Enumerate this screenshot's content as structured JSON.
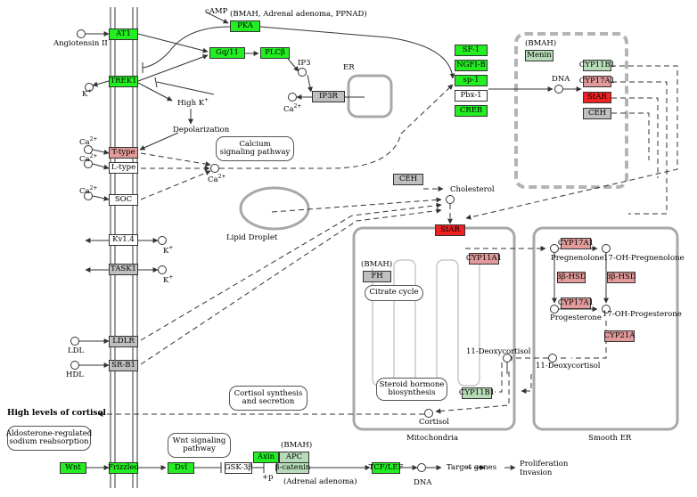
{
  "colors": {
    "green": "#22ee22",
    "pink": "#e29a9a",
    "red": "#ee2222",
    "gray": "#bfbfbf",
    "line": "#333333",
    "membrane": "#9a9a9a",
    "compartment": "#a8a8a8"
  },
  "nodes": {
    "at1": "AT1",
    "trek1": "TREK1",
    "ttype": "T-type",
    "ltype": "L-type",
    "soc": "SOC",
    "kv14": "Kv1.4",
    "task1": "TASK1",
    "ldlr": "LDLR",
    "srb1": "SR-B1",
    "pka": "PKA",
    "gq11": "Gq/11",
    "plcb": "PLCβ",
    "ip3r": "IP3R",
    "sf1": "SF-1",
    "ngfib": "NGFI-B",
    "sp1": "sp-1",
    "pbx1": "Pbx-1",
    "creb": "CREB",
    "menin": "Menin",
    "cyp11b1_top": "CYP11B1",
    "cyp17a1_top": "CYP17A1",
    "star_top": "StAR",
    "ceh_top": "CEH",
    "ceh_mid": "CEH",
    "star_mid": "StAR",
    "cyp11a1": "CYP11A1",
    "fh": "FH",
    "cyp17a1_a": "CYP17A1",
    "hsd_a": "3β-HSD",
    "hsd_b": "3β-HSD",
    "cyp17a1_b": "CYP17A1",
    "cyp21a": "CYP21A",
    "cyp11b1_bot": "CYP11B1",
    "wnt": "Wnt",
    "frizzled": "Frizzled",
    "dvl": "Dvl",
    "gsk3b": "GSK-3β",
    "axin": "Axin",
    "apc": "APC",
    "bcatenin": "β-catenin",
    "tcflef": "TCF/LEF"
  },
  "labels": {
    "camp": "cAMP",
    "pka_note": "(BMAH, Adrenal adenoma, PPNAD)",
    "angiotensin": "Angiotensin II",
    "ip3": "IP3",
    "er": "ER",
    "k": "K",
    "plus": "+",
    "ca": "Ca",
    "two_plus": "2+",
    "high_k": "High K",
    "depolarization": "Depolarization",
    "dna": "DNA",
    "bmah": "(BMAH)",
    "cholesterol": "Cholesterol",
    "lipid_droplet": "Lipid Droplet",
    "ldl": "LDL",
    "hdl": "HDL",
    "pregnenolone": "Pregnenolone",
    "oh_pregnenolone": "17-OH-Pregnenolone",
    "progesterone": "Progesterone",
    "oh_progesterone": "17-OH-Progesterone",
    "deoxycortisol_mito": "11-Deoxycortisol",
    "deoxycortisol_er": "11-Deoxycortisol",
    "cortisol": "Cortisol",
    "mitochondria": "Mitochondria",
    "smooth_er": "Smooth ER",
    "high_cortisol": "High levels of cortisol",
    "plus_p": "+p",
    "adrenal_adenoma": "(Adrenal adenoma)",
    "target_genes": "Target genes",
    "proliferation": "Proliferation",
    "invasion": "Invasion"
  },
  "pathways": {
    "calcium": [
      "Calcium",
      "signaling pathway"
    ],
    "citrate": "Citrate cycle",
    "steroid": [
      "Steroid hormone",
      "biosynthesis"
    ],
    "cortisol_synthesis": [
      "Cortisol synthesis",
      "and secretion"
    ],
    "aldosterone": [
      "Aldosterone-regulated",
      "sodium reabsorption"
    ],
    "wnt": [
      "Wnt signaling",
      "pathway"
    ]
  }
}
